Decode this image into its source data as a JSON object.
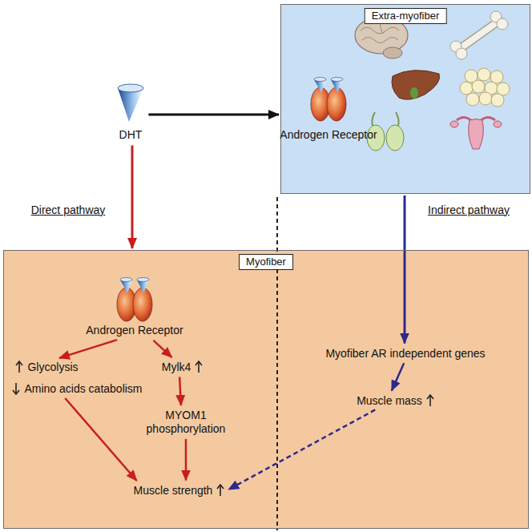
{
  "diagram": {
    "nodes": [
      {
        "text": [
          "DHT"
        ]
      },
      {
        "text": [
          "Extra-myofiber"
        ]
      },
      {
        "text": [
          "Androgen Receptor"
        ],
        "in": 1
      },
      {
        "text": [
          "Myofiber"
        ]
      },
      {
        "text": [
          "Androgen Receptor"
        ],
        "in": 3
      },
      {
        "text": [
          "Glycolysis"
        ],
        "in": 3
      },
      {
        "text": [
          "Mylk4"
        ],
        "in": 3
      },
      {
        "text": [
          "Amino acids catabolism"
        ],
        "in": 3
      },
      {
        "text": [
          "MYOM1 phosphorylation"
        ],
        "in": 3
      },
      {
        "text": [
          "Muscle strength"
        ],
        "in": 3
      },
      {
        "text": [
          "Myofiber AR independent genes"
        ],
        "in": 3
      },
      {
        "text": [
          "Muscle mass"
        ],
        "in": 3
      }
    ],
    "edges": [
      {
        "from": 0,
        "to": 1,
        "arrow": "to"
      },
      {
        "from": 0,
        "to": 3,
        "label": "Direct pathway",
        "arrow": "to"
      },
      {
        "from": 1,
        "to": 10,
        "label": "Indirect pathway",
        "arrow": "to"
      },
      {
        "from": 4,
        "to": 5,
        "arrow": "to"
      },
      {
        "from": 4,
        "to": 6,
        "arrow": "to"
      },
      {
        "from": 6,
        "to": 8,
        "arrow": "to"
      },
      {
        "from": 7,
        "to": 9,
        "arrow": "to"
      },
      {
        "from": 8,
        "to": 9,
        "arrow": "to"
      },
      {
        "from": 10,
        "to": 11,
        "arrow": "to"
      },
      {
        "from": 11,
        "to": 9,
        "arrow": "to"
      }
    ]
  }
}
